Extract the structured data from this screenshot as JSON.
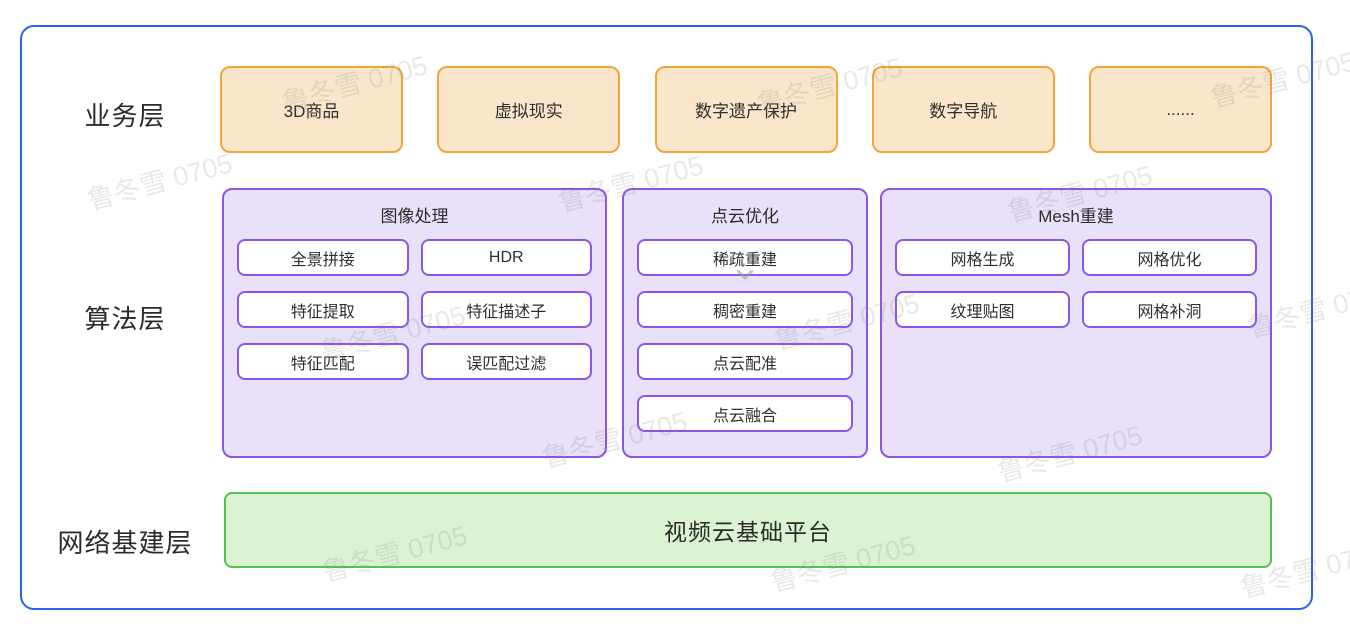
{
  "watermark": {
    "text": "鲁冬雪 0705"
  },
  "layers": {
    "business": {
      "label": "业务层",
      "items": [
        "3D商品",
        "虚拟现实",
        "数字遗产保护",
        "数字导航",
        "......"
      ]
    },
    "algorithm": {
      "label": "算法层",
      "groups": [
        {
          "title": "图像处理",
          "items": [
            "全景拼接",
            "HDR",
            "特征提取",
            "特征描述子",
            "特征匹配",
            "误匹配过滤"
          ]
        },
        {
          "title": "点云优化",
          "items": [
            "稀疏重建",
            "稠密重建",
            "点云配准",
            "点云融合"
          ]
        },
        {
          "title": "Mesh重建",
          "items": [
            "网格生成",
            "网格优化",
            "纹理贴图",
            "网格补洞"
          ]
        }
      ]
    },
    "infrastructure": {
      "label": "网络基建层",
      "platform": "视频云基础平台"
    }
  },
  "colors": {
    "frame_border": "#2a62e9",
    "business_fill": "#fae7cb",
    "business_border": "#f5a43b",
    "algorithm_fill": "#e9e0f9",
    "algorithm_border": "#8d55e9",
    "infrastructure_fill": "#dcf3d3",
    "infrastructure_border": "#54c158",
    "text": "#2f2f2f"
  }
}
